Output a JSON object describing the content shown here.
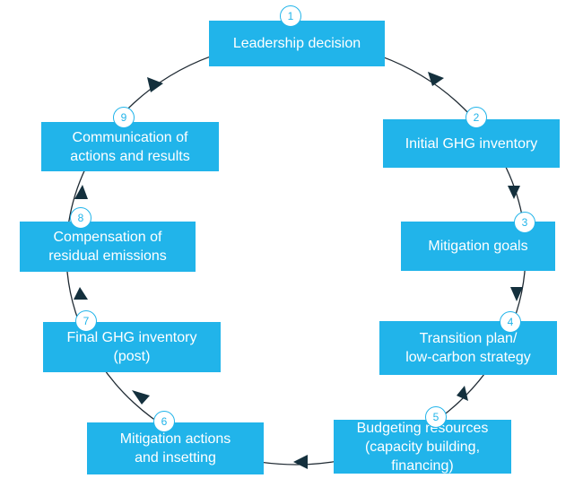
{
  "steps": [
    {
      "num": "1",
      "label": "Leadership decision"
    },
    {
      "num": "2",
      "label": "Initial GHG inventory"
    },
    {
      "num": "3",
      "label": "Mitigation goals"
    },
    {
      "num": "4",
      "label": "Transition plan/\nlow-carbon strategy"
    },
    {
      "num": "5",
      "label": "Budgeting resources\n(capacity building,\nfinancing)"
    },
    {
      "num": "6",
      "label": "Mitigation actions\nand insetting"
    },
    {
      "num": "7",
      "label": "Final GHG inventory\n(post)"
    },
    {
      "num": "8",
      "label": "Compensation of\nresidual emissions"
    },
    {
      "num": "9",
      "label": "Communication of\nactions and results"
    }
  ],
  "colors": {
    "box": "#21b4ea",
    "arrow": "#14303d",
    "line": "#1f2a33"
  }
}
